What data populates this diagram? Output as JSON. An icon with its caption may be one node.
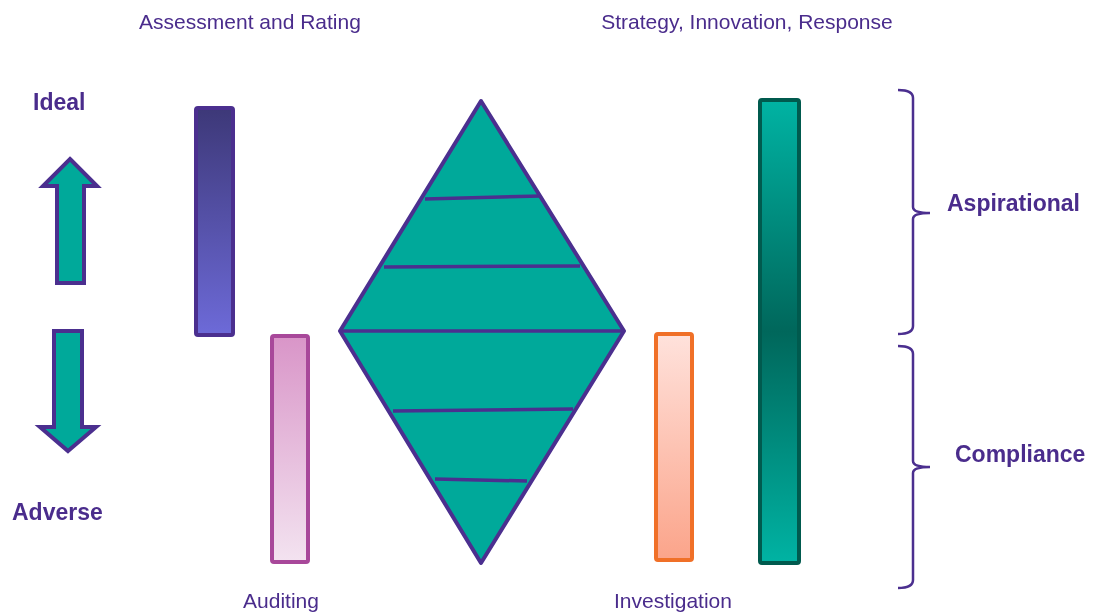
{
  "diagram": {
    "nodes": [
      {
        "text": [],
        "shape": "bar"
      },
      {
        "text": [],
        "shape": "bar"
      },
      {
        "text": [],
        "shape": "bar"
      },
      {
        "text": [],
        "shape": "bar"
      }
    ],
    "labels": [
      "Assessment and Rating",
      "Strategy, Innovation, Response",
      "Ideal",
      "Aspirational",
      "Compliance",
      "Adverse",
      "Auditing",
      "Investigation"
    ]
  }
}
